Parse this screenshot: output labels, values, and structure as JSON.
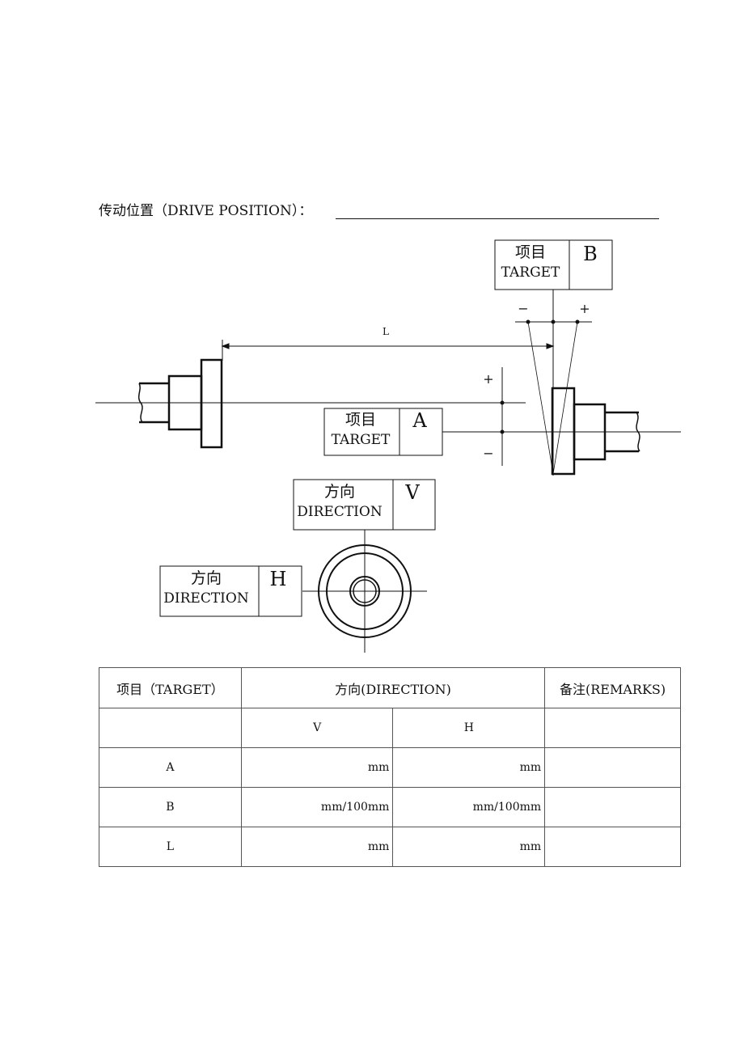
{
  "header": {
    "drive_position_label": "传动位置（DRIVE POSITION）："
  },
  "diagram": {
    "box_b": {
      "cn": "项目",
      "en": "TARGET",
      "letter": "B"
    },
    "box_a": {
      "cn": "项目",
      "en": "TARGET",
      "letter": "A"
    },
    "box_v": {
      "cn": "方向",
      "en": "DIRECTION",
      "letter": "V"
    },
    "box_h": {
      "cn": "方向",
      "en": "DIRECTION",
      "letter": "H"
    },
    "dimension_label": "L",
    "b_minus": "−",
    "b_plus": "+",
    "a_plus": "+",
    "a_minus": "−"
  },
  "table": {
    "col_target": "项目（TARGET）",
    "col_direction": "方向(DIRECTION)",
    "col_remarks": "备注(REMARKS)",
    "sub_v": "V",
    "sub_h": "H",
    "rows": [
      {
        "item": "A",
        "v": "mm",
        "h": "mm"
      },
      {
        "item": "B",
        "v": "mm/100mm",
        "h": "mm/100mm"
      },
      {
        "item": "L",
        "v": "mm",
        "h": "mm"
      }
    ]
  }
}
